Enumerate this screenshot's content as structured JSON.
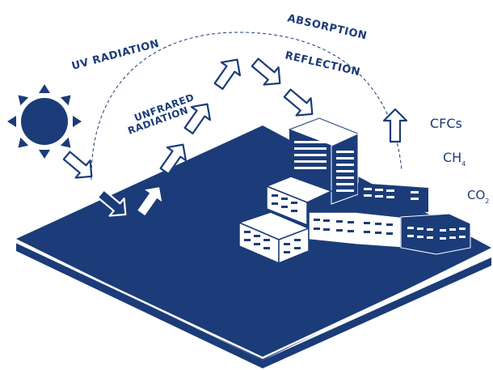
{
  "colors": {
    "navy": "#1b3c78",
    "white": "#ffffff"
  },
  "labels": {
    "uv": "UV RADIATION",
    "absorption": "ABSORPTION",
    "reflection": "REFLECTION",
    "unfrared_line1": "UNFRARED",
    "unfrared_line2": "RADIATION"
  },
  "gases": {
    "cfc": "CFCs",
    "ch4_main": "CH",
    "ch4_sub": "4",
    "co2_main": "CO",
    "co2_sub": "2"
  },
  "icons": [
    "sun-icon",
    "arrow-icon",
    "building-icon"
  ]
}
